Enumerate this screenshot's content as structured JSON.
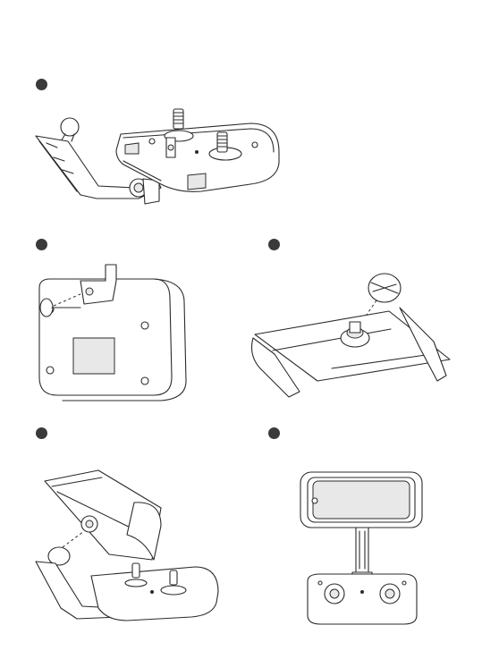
{
  "figure": {
    "steps": [
      {
        "id": 1,
        "marker": "filled-dot",
        "subject": "remote-controller-with-bracket-arm"
      },
      {
        "id": 2,
        "marker": "filled-dot",
        "subject": "bracket-attached-to-back"
      },
      {
        "id": 3,
        "marker": "filled-dot",
        "subject": "phone-clamp-with-knob"
      },
      {
        "id": 4,
        "marker": "filled-dot",
        "subject": "clamp-mounted-on-arm"
      },
      {
        "id": 5,
        "marker": "filled-dot",
        "subject": "phone-mounted-on-controller"
      }
    ],
    "colors": {
      "line": "#2b2b2b",
      "marker": "#3a3a3a",
      "background": "#ffffff",
      "shade": "#e8e8e8"
    }
  }
}
